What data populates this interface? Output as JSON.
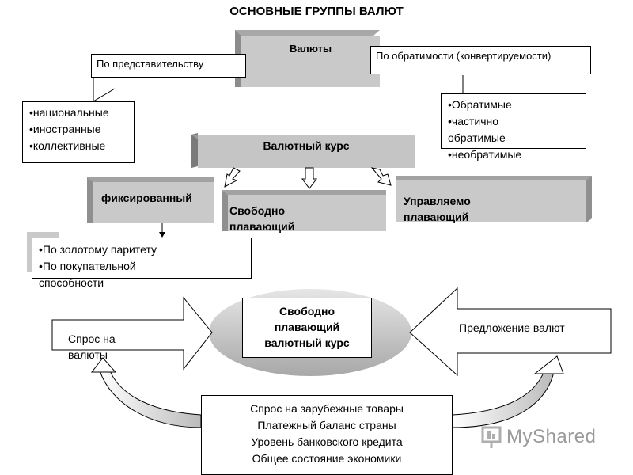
{
  "title": "ОСНОВНЫЕ ГРУППЫ ВАЛЮТ",
  "currencies": "Валюты",
  "by_representativeness": "По представительству",
  "by_convertibility": "По обратимости (конвертируемости)",
  "representativeness_items": [
    "•национальные",
    "•иностранные",
    "•коллективные"
  ],
  "convertibility_items": [
    "•Обратимые",
    "•частично обратимые",
    "•необратимые"
  ],
  "exchange_rate": "Валютный курс",
  "fixed": "фиксированный",
  "free_floating": "Свободно плавающий",
  "managed_floating": "Управляемо плавающий",
  "fixed_items": [
    "•По золотому паритету",
    "•По покупательной способности"
  ],
  "center_rate": "Свободно плавающий валютный курс",
  "demand": "Спрос на валюты",
  "supply": "Предложение валют",
  "factors": [
    "Спрос на зарубежные товары",
    "Платежный баланс страны",
    "Уровень банковского кредита",
    "Общее состояние экономики"
  ],
  "watermark": "MyShared",
  "colors": {
    "block_grey": "#c8c8c8",
    "block_dark": "#8a8a8a",
    "outline": "#000000"
  }
}
